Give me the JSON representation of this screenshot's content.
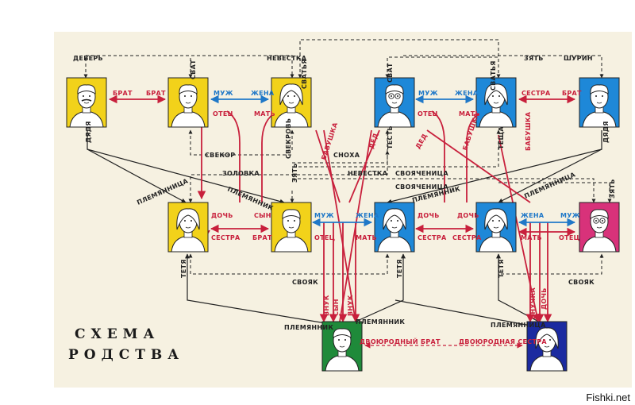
{
  "title": {
    "line1": "СХЕМА",
    "line2": "РОДСТВА"
  },
  "watermark": "Fishki.net",
  "colors": {
    "yellow": "#f2d21a",
    "blue": "#1e88d8",
    "green": "#1f8a3a",
    "pink": "#d8327a",
    "navy": "#1b2aa0",
    "red_line": "#c8203c",
    "blue_line": "#1f78c8",
    "dark_line": "#222222"
  },
  "persons": [
    {
      "id": "p1",
      "icon": "man-mustache-icon",
      "color": "yellow"
    },
    {
      "id": "p2",
      "icon": "old-man-icon",
      "color": "yellow"
    },
    {
      "id": "p3",
      "icon": "old-woman-icon",
      "color": "yellow"
    },
    {
      "id": "p4",
      "icon": "man-glasses-icon",
      "color": "blue"
    },
    {
      "id": "p5",
      "icon": "old-woman-icon",
      "color": "blue"
    },
    {
      "id": "p6",
      "icon": "man-icon",
      "color": "blue"
    },
    {
      "id": "p7",
      "icon": "woman-icon",
      "color": "yellow"
    },
    {
      "id": "p8",
      "icon": "young-man-icon",
      "color": "yellow"
    },
    {
      "id": "p9",
      "icon": "woman-icon",
      "color": "blue"
    },
    {
      "id": "p10",
      "icon": "woman-bob-icon",
      "color": "blue"
    },
    {
      "id": "p11",
      "icon": "man-glasses-icon",
      "color": "pink"
    },
    {
      "id": "p12",
      "icon": "boy-icon",
      "color": "green"
    },
    {
      "id": "p13",
      "icon": "girl-icon",
      "color": "navy"
    }
  ],
  "labels": {
    "brat": "БРАТ",
    "muzh": "МУЖ",
    "zhena": "ЖЕНА",
    "sestra": "СЕСТРА",
    "otec": "ОТЕЦ",
    "mat": "МАТЬ",
    "doch": "ДОЧЬ",
    "syn": "СЫН",
    "vnuk": "ВНУК",
    "vnuchka": "ВНУЧКА",
    "babushka": "БАБУШКА",
    "ded": "ДЕД",
    "dever": "ДЕВЕРЬ",
    "nevestka": "НЕВЕСТКА",
    "svat": "СВАТ",
    "svatya": "СВАТЬЯ",
    "zyat": "ЗЯТЬ",
    "shurin": "ШУРИН",
    "dyadya": "ДЯДЯ",
    "svekor": "СВЕКОР",
    "snokha": "СНОХА",
    "svekrov": "СВЕКРОВЬ",
    "test": "ТЕСТЬ",
    "tescha": "ТЕЩА",
    "zolovka": "ЗОЛОВКА",
    "svoyachenitsa": "СВОЯЧЕНИЦА",
    "plemyannitsa": "ПЛЕМЯННИЦА",
    "plemyannik": "ПЛЕМЯННИК",
    "tetya": "ТЕТЯ",
    "svoyak": "СВОЯК",
    "dvoyurodny_brat": "ДВОЮРОДНЫЙ БРАТ",
    "dvoyurodnaya_sestra": "ДВОЮРОДНАЯ СЕСТРА"
  }
}
